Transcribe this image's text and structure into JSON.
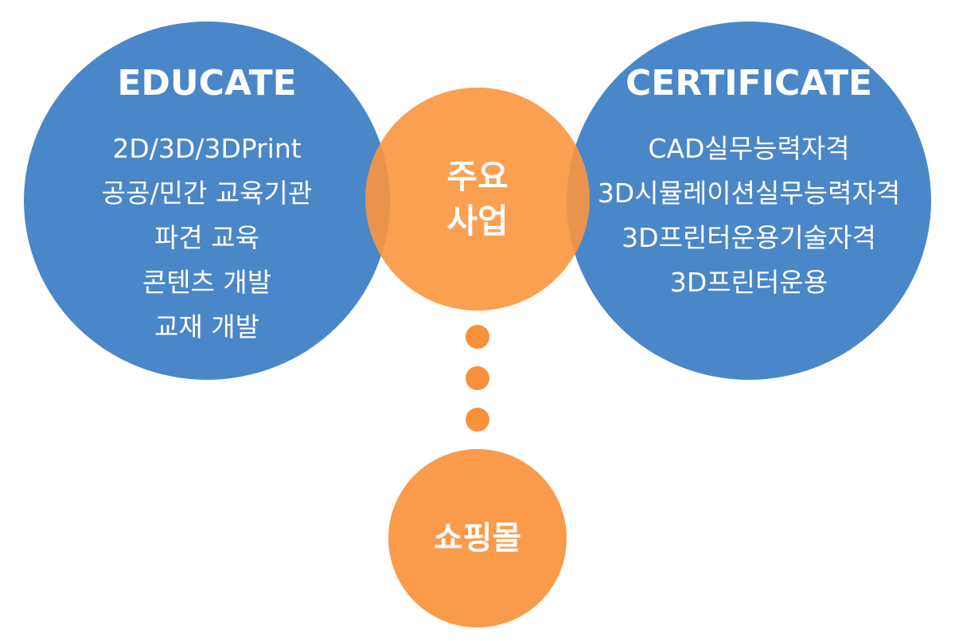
{
  "educate": {
    "title": "EDUCATE",
    "items": [
      "2D/3D/3DPrint",
      "공공/민간 교육기관",
      "파견 교육",
      "콘텐츠 개발",
      "교재 개발"
    ]
  },
  "certificate": {
    "title": "CERTIFICATE",
    "items": [
      "CAD실무능력자격",
      "3D시뮬레이션실무능력자격",
      "3D프린터운용기술자격",
      "3D프린터운용"
    ]
  },
  "core": {
    "label": "주요 사업"
  },
  "shop": {
    "label": "쇼핑몰"
  },
  "colors": {
    "blue": "#4a87c8",
    "orange": "#f99b4b"
  }
}
